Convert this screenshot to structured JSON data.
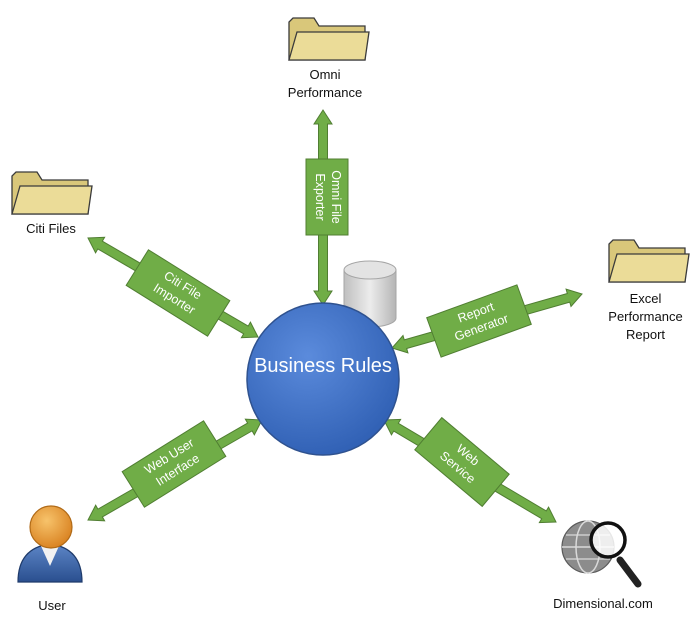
{
  "center": {
    "label": "Business Rules"
  },
  "nodes": {
    "omni": {
      "label": "Omni\nPerformance",
      "icon": "folder-icon"
    },
    "citi": {
      "label": "Citi Files",
      "icon": "folder-icon"
    },
    "excel": {
      "label": "Excel\nPerformance\nReport",
      "icon": "folder-icon"
    },
    "user": {
      "label": "User",
      "icon": "user-icon"
    },
    "dimensional": {
      "label": "Dimensional.com",
      "icon": "globe-search-icon"
    }
  },
  "connectors": {
    "omni_exporter": "Omni File\nExporter",
    "citi_importer": "Citi File\nImporter",
    "report_generator": "Report\nGenerator",
    "web_ui": "Web User\nInterface",
    "web_service": "Web\nService"
  },
  "colors": {
    "arrow_green": "#70ad47",
    "arrow_border": "#507e32",
    "circle_blue": "#4472c4",
    "folder_fill": "#e8d88e",
    "folder_stroke": "#3b3b3b"
  }
}
